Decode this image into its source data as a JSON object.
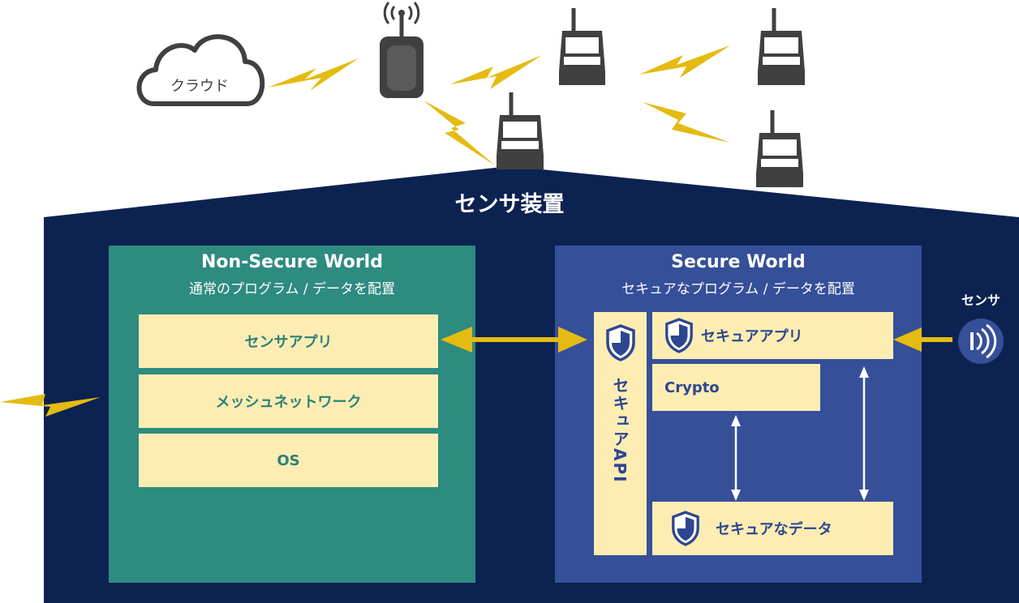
{
  "house": {
    "title": "センサ装置"
  },
  "cloud": {
    "label": "クラウド"
  },
  "non_secure_world": {
    "title": "Non-Secure World",
    "subtitle": "通常のプログラム / データを配置",
    "boxes": [
      "センサアプリ",
      "メッシュネットワーク",
      "OS"
    ]
  },
  "secure_world": {
    "title": "Secure World",
    "subtitle": "セキュアなプログラム / データを配置",
    "secure_api": "セキュアAPI",
    "secure_app": "セキュアアプリ",
    "crypto": "Crypto",
    "secure_data": "セキュアなデータ"
  },
  "sensor": {
    "label": "センサ"
  },
  "colors": {
    "house": "#0c2251",
    "non_secure_bg": "#2e8b80",
    "secure_bg": "#354f99",
    "box_fill": "#fdedb3",
    "lightning": "#e4bb11",
    "arrow": "#e4bb11",
    "device_dark": "#404040"
  },
  "icons": [
    "cloud-icon",
    "router-icon",
    "node-device-icon",
    "lightning-icon",
    "shield-icon",
    "sensor-signal-icon"
  ]
}
